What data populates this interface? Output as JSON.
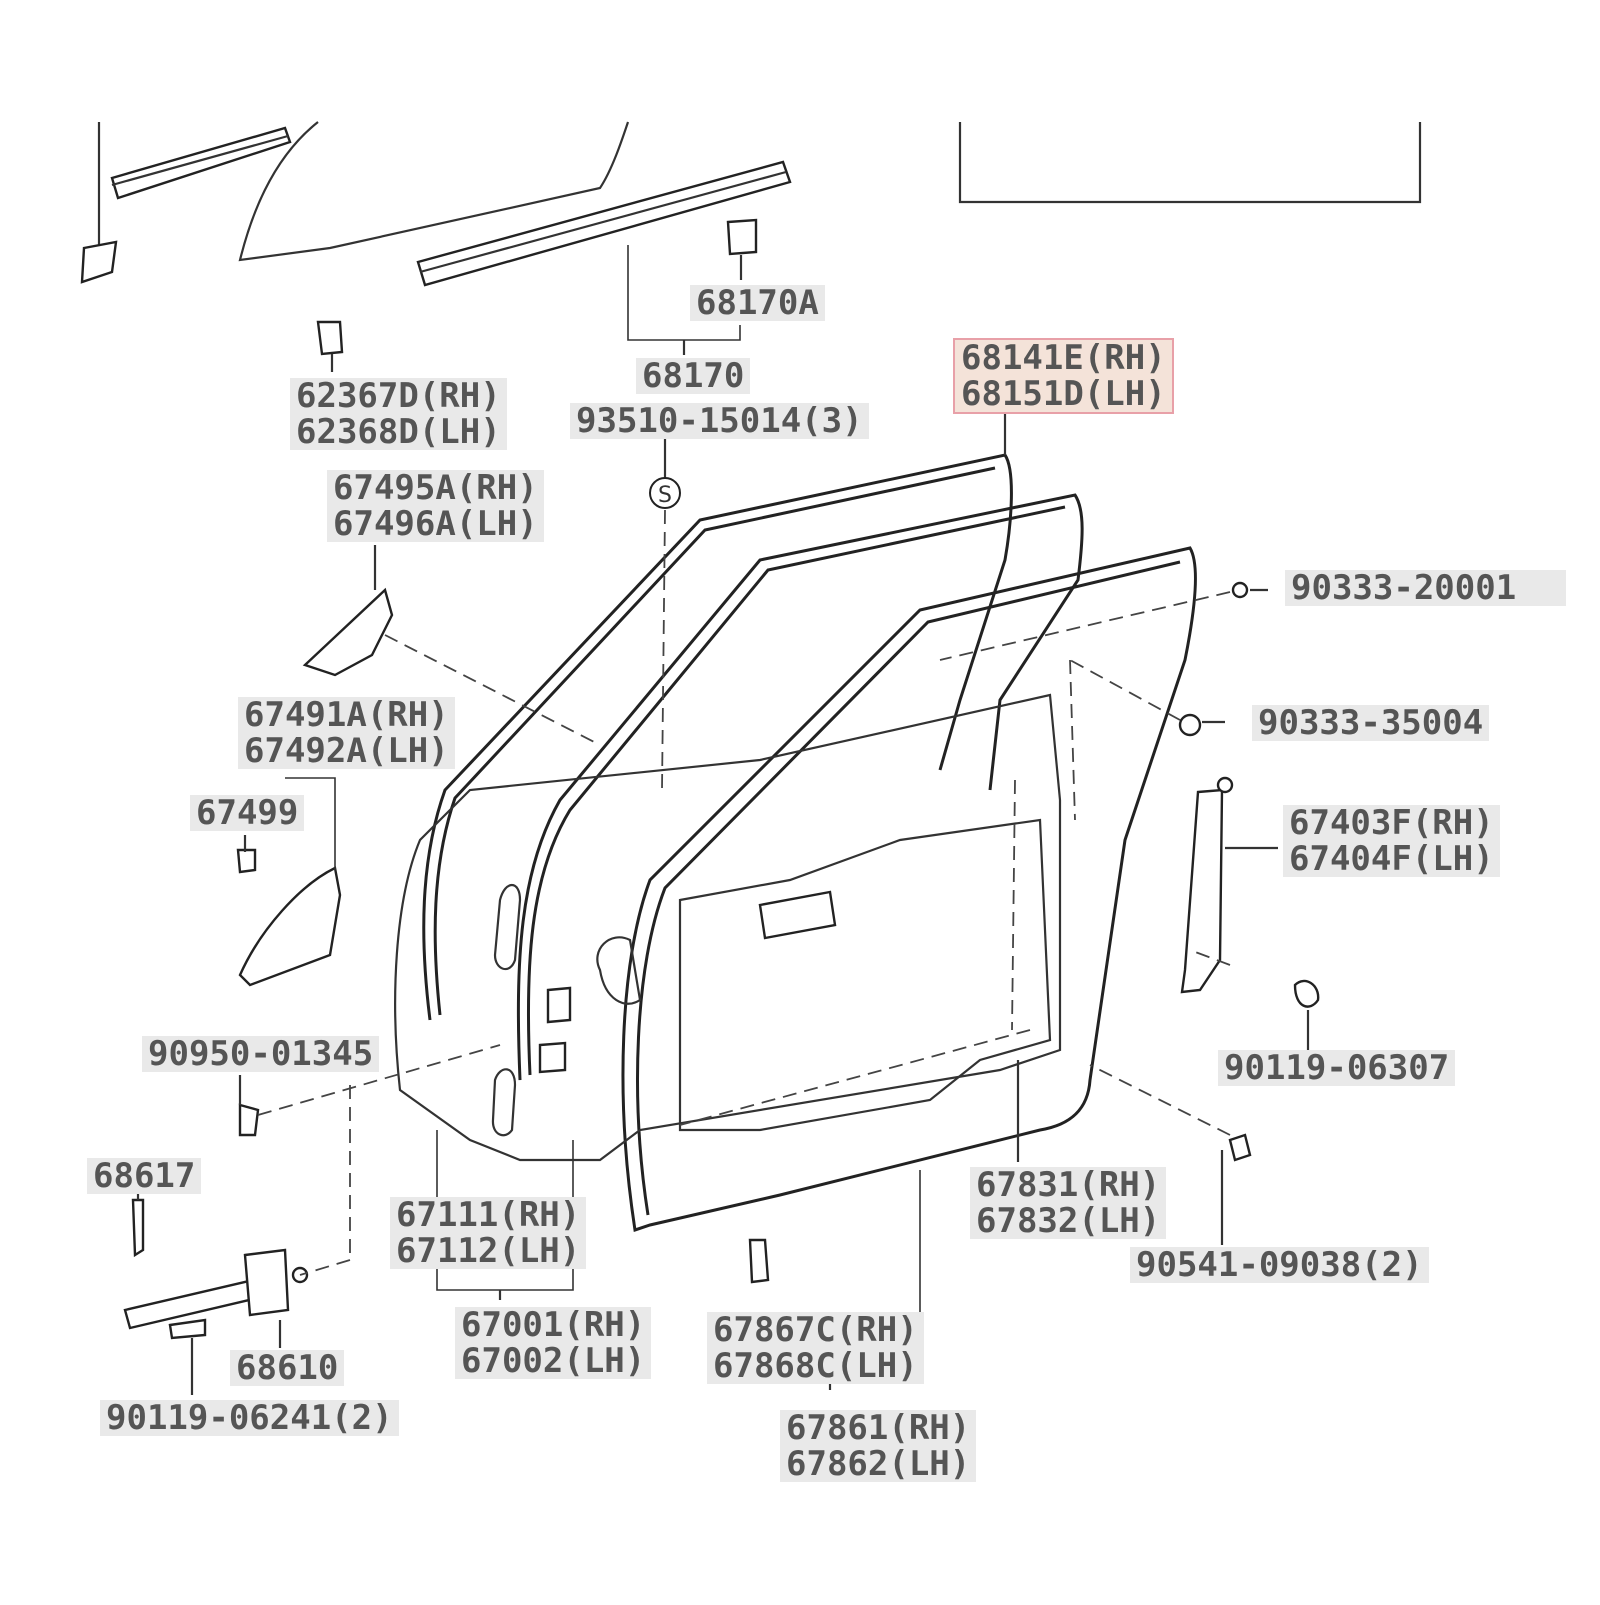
{
  "diagram": {
    "title": "",
    "callouts": [
      {
        "id": "68170A",
        "lines": [
          "68170A"
        ]
      },
      {
        "id": "68170",
        "lines": [
          "68170"
        ]
      },
      {
        "id": "93510-15014",
        "lines": [
          "93510-15014(3)"
        ]
      },
      {
        "id": "62367D",
        "lines": [
          "62367D(RH)",
          "62368D(LH)"
        ]
      },
      {
        "id": "68141E",
        "lines": [
          "68141E(RH)",
          "68151D(LH)"
        ],
        "highlighted": true
      },
      {
        "id": "67495A",
        "lines": [
          "67495A(RH)",
          "67496A(LH)"
        ]
      },
      {
        "id": "90333-20001",
        "lines": [
          "90333-20001"
        ]
      },
      {
        "id": "90333-35004",
        "lines": [
          "90333-35004"
        ]
      },
      {
        "id": "67491A",
        "lines": [
          "67491A(RH)",
          "67492A(LH)"
        ]
      },
      {
        "id": "67499",
        "lines": [
          "67499"
        ]
      },
      {
        "id": "67403F",
        "lines": [
          "67403F(RH)",
          "67404F(LH)"
        ]
      },
      {
        "id": "90119-06307",
        "lines": [
          "90119-06307"
        ]
      },
      {
        "id": "90950-01345",
        "lines": [
          "90950-01345"
        ]
      },
      {
        "id": "68617",
        "lines": [
          "68617"
        ]
      },
      {
        "id": "67831",
        "lines": [
          "67831(RH)",
          "67832(LH)"
        ]
      },
      {
        "id": "67111",
        "lines": [
          "67111(RH)",
          "67112(LH)"
        ]
      },
      {
        "id": "90541-09038",
        "lines": [
          "90541-09038(2)"
        ]
      },
      {
        "id": "67001",
        "lines": [
          "67001(RH)",
          "67002(LH)"
        ]
      },
      {
        "id": "67867C",
        "lines": [
          "67867C(RH)",
          "67868C(LH)"
        ]
      },
      {
        "id": "68610",
        "lines": [
          "68610"
        ]
      },
      {
        "id": "90119-06241",
        "lines": [
          "90119-06241(2)"
        ]
      },
      {
        "id": "67861",
        "lines": [
          "67861(RH)",
          "67862(LH)"
        ]
      }
    ],
    "highlight_color": "#e8a0a8",
    "label_background": "#e9e9e9",
    "symbol_s": "S"
  }
}
